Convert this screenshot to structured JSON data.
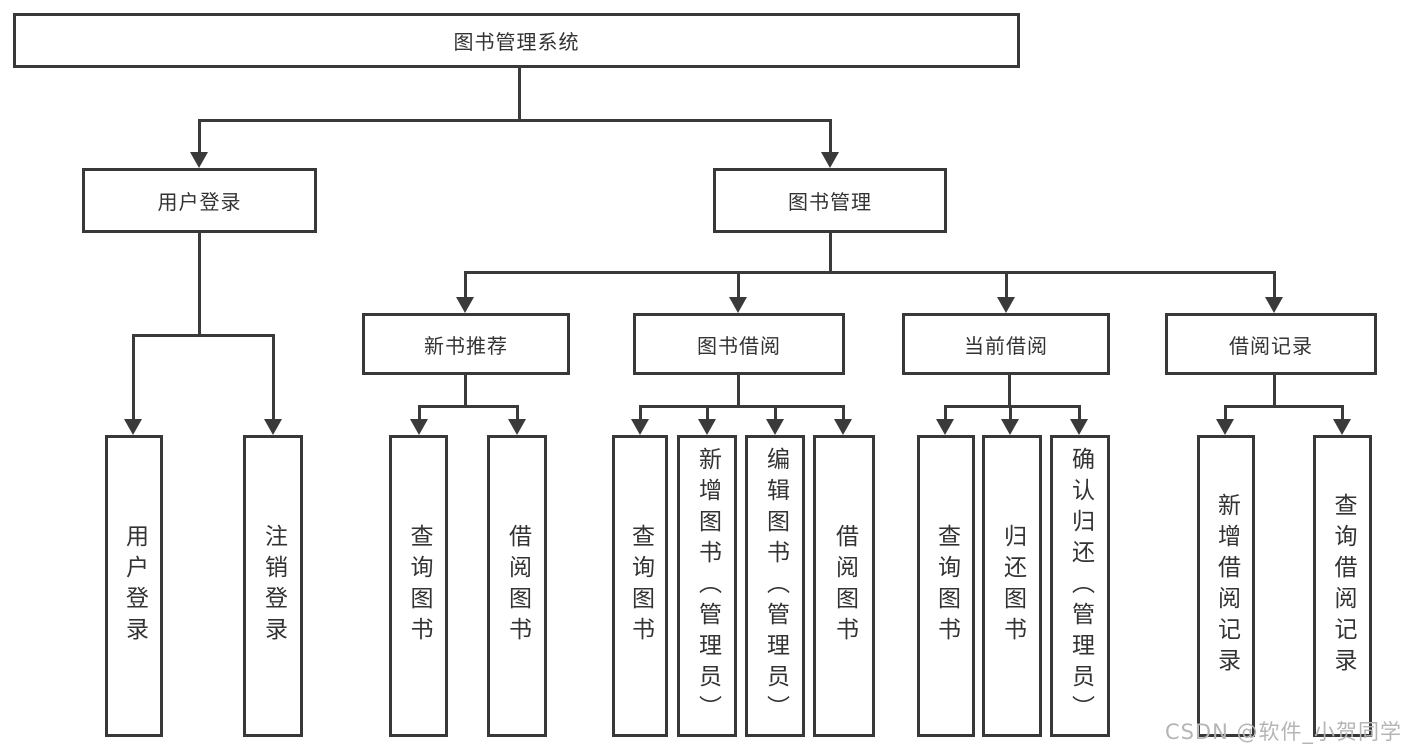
{
  "title": "图书管理系统",
  "tree": {
    "root": {
      "label": "图书管理系统"
    },
    "branches": [
      {
        "label": "用户登录",
        "children": [
          {
            "label": "用户登录"
          },
          {
            "label": "注销登录"
          }
        ]
      },
      {
        "label": "图书管理",
        "groups": [
          {
            "label": "新书推荐",
            "children": [
              {
                "label": "查询图书"
              },
              {
                "label": "借阅图书"
              }
            ]
          },
          {
            "label": "图书借阅",
            "children": [
              {
                "label": "查询图书"
              },
              {
                "label": "新增图书（管理员）"
              },
              {
                "label": "编辑图书（管理员）"
              },
              {
                "label": "借阅图书"
              }
            ]
          },
          {
            "label": "当前借阅",
            "children": [
              {
                "label": "查询图书"
              },
              {
                "label": "归还图书"
              },
              {
                "label": "确认归还（管理员）"
              }
            ]
          },
          {
            "label": "借阅记录",
            "children": [
              {
                "label": "新增借阅记录"
              },
              {
                "label": "查询借阅记录"
              }
            ]
          }
        ]
      }
    ]
  },
  "watermark": "CSDN @软件_小贺同学",
  "colors": {
    "line": "#3a3a3a",
    "border": "#383838",
    "text": "#333333",
    "watermark": "#b5b5b5",
    "background": "#ffffff"
  }
}
